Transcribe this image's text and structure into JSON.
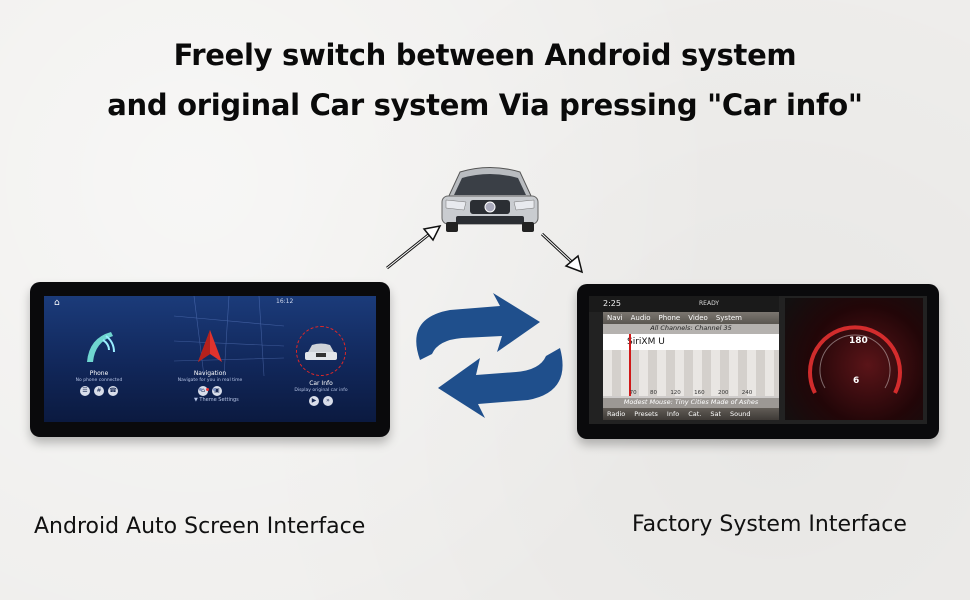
{
  "headline": {
    "line1": "Freely switch between Android system",
    "line2": "and original Car system Via pressing \"Car info\""
  },
  "captions": {
    "left": "Android Auto Screen Interface",
    "right": "Factory System Interface"
  },
  "android_screen": {
    "time": "16:12",
    "tiles": [
      {
        "label": "Phone",
        "sub": "No phone connected"
      },
      {
        "label": "Navigation",
        "sub": "Navigate for you in real time"
      },
      {
        "label": "Car Info",
        "sub": "Display original car info"
      }
    ],
    "theme_settings": "▼ Theme Settings"
  },
  "factory_screen": {
    "time": "2:25",
    "status": "READY",
    "menu": [
      "Navi",
      "Audio",
      "Phone",
      "Video",
      "System"
    ],
    "channel_header": "All Channels: Channel 35",
    "station": "SiriXM U",
    "scale": [
      "70",
      "80",
      "120",
      "160",
      "200",
      "240"
    ],
    "song": "Modest Mouse: Tiny Cities Made of Ashes",
    "bottom_menu": [
      "Radio",
      "Presets",
      "Info",
      "Cat.",
      "Sat",
      "Sound"
    ],
    "speed": "180",
    "gear": "6"
  },
  "colors": {
    "arrow_blue": "#1f4f8c",
    "android_bg": "#1b3b7a",
    "highlight_red": "#e02727"
  }
}
